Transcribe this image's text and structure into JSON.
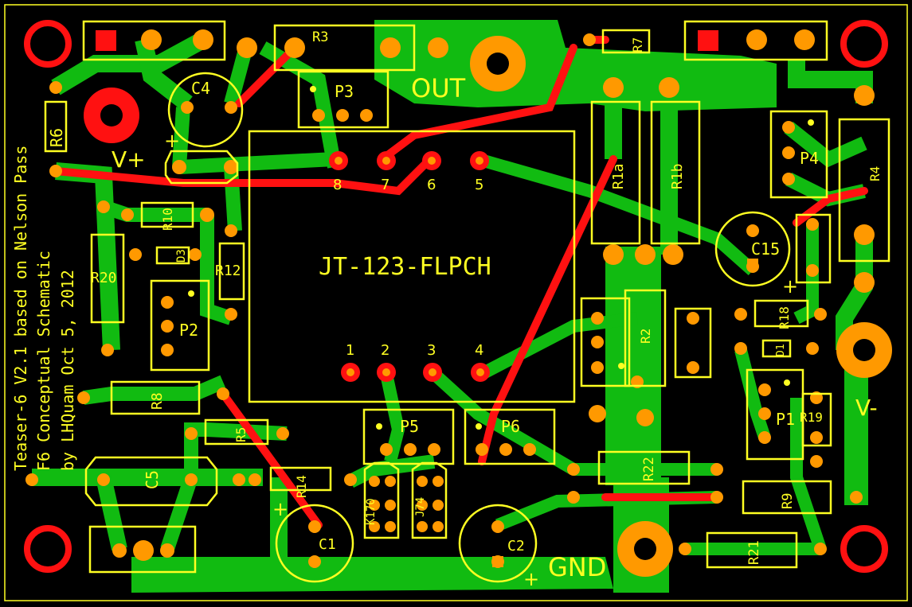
{
  "board": {
    "credits": [
      "Teaser-6 V2.1 based on Nelson Pass",
      "F6 Conceptual Schematic",
      "by LHQuam Oct 5, 2012"
    ],
    "chip_label": "JT-123-FLPCH",
    "chip_pins": [
      "1",
      "2",
      "3",
      "4",
      "5",
      "6",
      "7",
      "8"
    ],
    "net_labels": {
      "out": "OUT",
      "gnd": "GND",
      "vplus": "V+",
      "vminus": "V-"
    },
    "polarity": "+",
    "components": {
      "r3": "R3",
      "r7": "R7",
      "p3": "P3",
      "c4": "C4",
      "r6": "R6",
      "r10": "R10",
      "d3": "D3",
      "r12": "R12",
      "r20": "R20",
      "p2": "P2",
      "r8": "R8",
      "r5": "R5",
      "c5": "C5",
      "r14": "R14",
      "k170": "K170",
      "j74": "J74",
      "p5": "P5",
      "p6": "P6",
      "c1": "C1",
      "c2": "C2",
      "r1a": "R1a",
      "r1b": "R1b",
      "p4": "P4",
      "r4": "R4",
      "c15": "C15",
      "r18": "R18",
      "d1": "D1",
      "p1": "P1",
      "r19": "R19",
      "r2": "R2",
      "r22": "R22",
      "r9": "R9",
      "r21": "R21"
    },
    "colors": {
      "background": "#000000",
      "bottom_copper": "#11bb11",
      "top_copper": "#ff1111",
      "silkscreen": "#ffff22",
      "pad": "#ff9900"
    }
  }
}
